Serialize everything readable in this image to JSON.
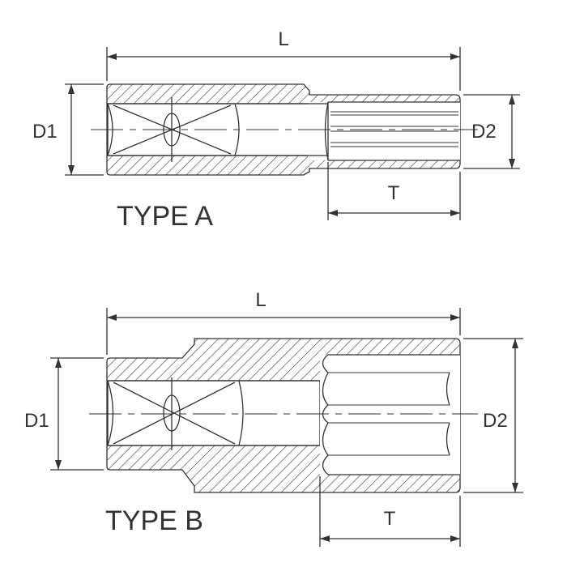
{
  "type_a": {
    "title": "TYPE A",
    "length_label": "L",
    "d1_label": "D1",
    "d2_label": "D2",
    "t_label": "T"
  },
  "type_b": {
    "title": "TYPE B",
    "length_label": "L",
    "d1_label": "D1",
    "d2_label": "D2",
    "t_label": "T"
  },
  "colors": {
    "line": "#333333",
    "background": "#ffffff"
  }
}
